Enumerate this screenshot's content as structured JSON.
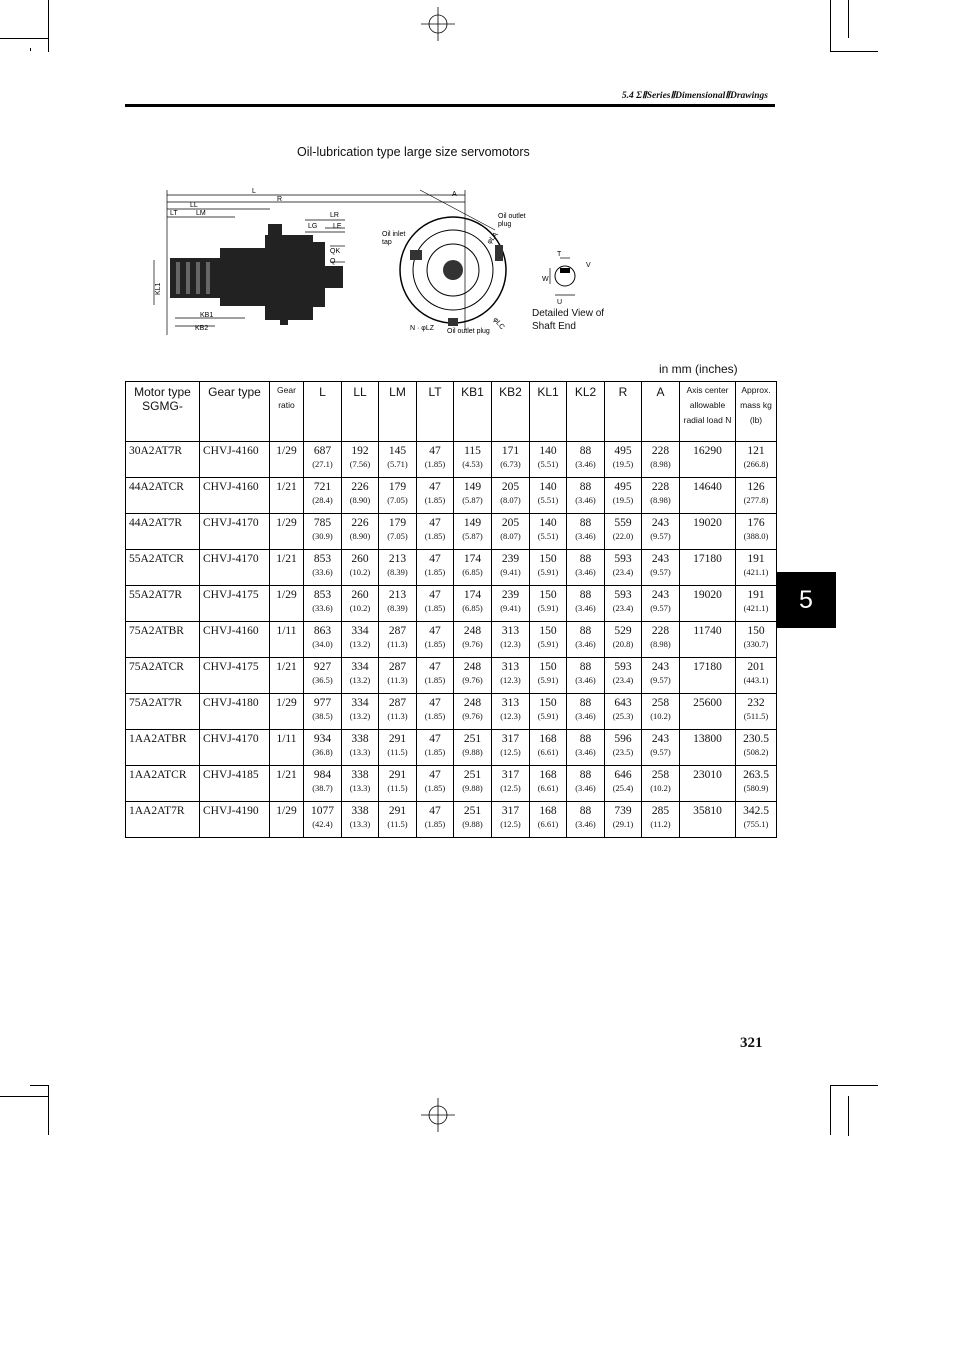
{
  "header": {
    "section": "5.4 ΣⅡSeriesⅡDimensionalⅡDrawings"
  },
  "title": "Oil-lubrication type large size servomotors",
  "drawing": {
    "dims": [
      "L",
      "LL",
      "LT",
      "LM",
      "R",
      "LR",
      "LG",
      "LE",
      "QK",
      "Q",
      "KL1",
      "KB1",
      "KB2",
      "A",
      "N · φLZ",
      "φLA",
      "φLC",
      "T",
      "V",
      "W",
      "U"
    ],
    "labels": {
      "oil_inlet": "Oil inlet tap",
      "oil_outlet_top": "Oil outlet plug",
      "oil_outlet_bottom": "Oil outlet plug",
      "shaft_view": "Detailed View of Shaft End"
    }
  },
  "units": "in mm (inches)",
  "table": {
    "headers": [
      "Motor type SGMG-",
      "Gear type",
      "Gear ratio",
      "L",
      "LL",
      "LM",
      "LT",
      "KB1",
      "KB2",
      "KL1",
      "KL2",
      "R",
      "A",
      "Axis center allowable radial load N",
      "Approx. mass kg (lb)"
    ],
    "rows": [
      {
        "motor": "30A2AT7R",
        "gear": "CHVJ-4160",
        "ratio": "1/29",
        "L": [
          "687",
          "(27.1)"
        ],
        "LL": [
          "192",
          "(7.56)"
        ],
        "LM": [
          "145",
          "(5.71)"
        ],
        "LT": [
          "47",
          "(1.85)"
        ],
        "KB1": [
          "115",
          "(4.53)"
        ],
        "KB2": [
          "171",
          "(6.73)"
        ],
        "KL1": [
          "140",
          "(5.51)"
        ],
        "KL2": [
          "88",
          "(3.46)"
        ],
        "R": [
          "495",
          "(19.5)"
        ],
        "A": [
          "228",
          "(8.98)"
        ],
        "load": "16290",
        "mass": [
          "121",
          "(266.8)"
        ]
      },
      {
        "motor": "44A2ATCR",
        "gear": "CHVJ-4160",
        "ratio": "1/21",
        "L": [
          "721",
          "(28.4)"
        ],
        "LL": [
          "226",
          "(8.90)"
        ],
        "LM": [
          "179",
          "(7.05)"
        ],
        "LT": [
          "47",
          "(1.85)"
        ],
        "KB1": [
          "149",
          "(5.87)"
        ],
        "KB2": [
          "205",
          "(8.07)"
        ],
        "KL1": [
          "140",
          "(5.51)"
        ],
        "KL2": [
          "88",
          "(3.46)"
        ],
        "R": [
          "495",
          "(19.5)"
        ],
        "A": [
          "228",
          "(8.98)"
        ],
        "load": "14640",
        "mass": [
          "126",
          "(277.8)"
        ]
      },
      {
        "motor": "44A2AT7R",
        "gear": "CHVJ-4170",
        "ratio": "1/29",
        "L": [
          "785",
          "(30.9)"
        ],
        "LL": [
          "226",
          "(8.90)"
        ],
        "LM": [
          "179",
          "(7.05)"
        ],
        "LT": [
          "47",
          "(1.85)"
        ],
        "KB1": [
          "149",
          "(5.87)"
        ],
        "KB2": [
          "205",
          "(8.07)"
        ],
        "KL1": [
          "140",
          "(5.51)"
        ],
        "KL2": [
          "88",
          "(3.46)"
        ],
        "R": [
          "559",
          "(22.0)"
        ],
        "A": [
          "243",
          "(9.57)"
        ],
        "load": "19020",
        "mass": [
          "176",
          "(388.0)"
        ]
      },
      {
        "motor": "55A2ATCR",
        "gear": "CHVJ-4170",
        "ratio": "1/21",
        "L": [
          "853",
          "(33.6)"
        ],
        "LL": [
          "260",
          "(10.2)"
        ],
        "LM": [
          "213",
          "(8.39)"
        ],
        "LT": [
          "47",
          "(1.85)"
        ],
        "KB1": [
          "174",
          "(6.85)"
        ],
        "KB2": [
          "239",
          "(9.41)"
        ],
        "KL1": [
          "150",
          "(5.91)"
        ],
        "KL2": [
          "88",
          "(3.46)"
        ],
        "R": [
          "593",
          "(23.4)"
        ],
        "A": [
          "243",
          "(9.57)"
        ],
        "load": "17180",
        "mass": [
          "191",
          "(421.1)"
        ]
      },
      {
        "motor": "55A2AT7R",
        "gear": "CHVJ-4175",
        "ratio": "1/29",
        "L": [
          "853",
          "(33.6)"
        ],
        "LL": [
          "260",
          "(10.2)"
        ],
        "LM": [
          "213",
          "(8.39)"
        ],
        "LT": [
          "47",
          "(1.85)"
        ],
        "KB1": [
          "174",
          "(6.85)"
        ],
        "KB2": [
          "239",
          "(9.41)"
        ],
        "KL1": [
          "150",
          "(5.91)"
        ],
        "KL2": [
          "88",
          "(3.46)"
        ],
        "R": [
          "593",
          "(23.4)"
        ],
        "A": [
          "243",
          "(9.57)"
        ],
        "load": "19020",
        "mass": [
          "191",
          "(421.1)"
        ]
      },
      {
        "motor": "75A2ATBR",
        "gear": "CHVJ-4160",
        "ratio": "1/11",
        "L": [
          "863",
          "(34.0)"
        ],
        "LL": [
          "334",
          "(13.2)"
        ],
        "LM": [
          "287",
          "(11.3)"
        ],
        "LT": [
          "47",
          "(1.85)"
        ],
        "KB1": [
          "248",
          "(9.76)"
        ],
        "KB2": [
          "313",
          "(12.3)"
        ],
        "KL1": [
          "150",
          "(5.91)"
        ],
        "KL2": [
          "88",
          "(3.46)"
        ],
        "R": [
          "529",
          "(20.8)"
        ],
        "A": [
          "228",
          "(8.98)"
        ],
        "load": "11740",
        "mass": [
          "150",
          "(330.7)"
        ]
      },
      {
        "motor": "75A2ATCR",
        "gear": "CHVJ-4175",
        "ratio": "1/21",
        "L": [
          "927",
          "(36.5)"
        ],
        "LL": [
          "334",
          "(13.2)"
        ],
        "LM": [
          "287",
          "(11.3)"
        ],
        "LT": [
          "47",
          "(1.85)"
        ],
        "KB1": [
          "248",
          "(9.76)"
        ],
        "KB2": [
          "313",
          "(12.3)"
        ],
        "KL1": [
          "150",
          "(5.91)"
        ],
        "KL2": [
          "88",
          "(3.46)"
        ],
        "R": [
          "593",
          "(23.4)"
        ],
        "A": [
          "243",
          "(9.57)"
        ],
        "load": "17180",
        "mass": [
          "201",
          "(443.1)"
        ]
      },
      {
        "motor": "75A2AT7R",
        "gear": "CHVJ-4180",
        "ratio": "1/29",
        "L": [
          "977",
          "(38.5)"
        ],
        "LL": [
          "334",
          "(13.2)"
        ],
        "LM": [
          "287",
          "(11.3)"
        ],
        "LT": [
          "47",
          "(1.85)"
        ],
        "KB1": [
          "248",
          "(9.76)"
        ],
        "KB2": [
          "313",
          "(12.3)"
        ],
        "KL1": [
          "150",
          "(5.91)"
        ],
        "KL2": [
          "88",
          "(3.46)"
        ],
        "R": [
          "643",
          "(25.3)"
        ],
        "A": [
          "258",
          "(10.2)"
        ],
        "load": "25600",
        "mass": [
          "232",
          "(511.5)"
        ]
      },
      {
        "motor": "1AA2ATBR",
        "gear": "CHVJ-4170",
        "ratio": "1/11",
        "L": [
          "934",
          "(36.8)"
        ],
        "LL": [
          "338",
          "(13.3)"
        ],
        "LM": [
          "291",
          "(11.5)"
        ],
        "LT": [
          "47",
          "(1.85)"
        ],
        "KB1": [
          "251",
          "(9.88)"
        ],
        "KB2": [
          "317",
          "(12.5)"
        ],
        "KL1": [
          "168",
          "(6.61)"
        ],
        "KL2": [
          "88",
          "(3.46)"
        ],
        "R": [
          "596",
          "(23.5)"
        ],
        "A": [
          "243",
          "(9.57)"
        ],
        "load": "13800",
        "mass": [
          "230.5",
          "(508.2)"
        ]
      },
      {
        "motor": "1AA2ATCR",
        "gear": "CHVJ-4185",
        "ratio": "1/21",
        "L": [
          "984",
          "(38.7)"
        ],
        "LL": [
          "338",
          "(13.3)"
        ],
        "LM": [
          "291",
          "(11.5)"
        ],
        "LT": [
          "47",
          "(1.85)"
        ],
        "KB1": [
          "251",
          "(9.88)"
        ],
        "KB2": [
          "317",
          "(12.5)"
        ],
        "KL1": [
          "168",
          "(6.61)"
        ],
        "KL2": [
          "88",
          "(3.46)"
        ],
        "R": [
          "646",
          "(25.4)"
        ],
        "A": [
          "258",
          "(10.2)"
        ],
        "load": "23010",
        "mass": [
          "263.5",
          "(580.9)"
        ]
      },
      {
        "motor": "1AA2AT7R",
        "gear": "CHVJ-4190",
        "ratio": "1/29",
        "L": [
          "1077",
          "(42.4)"
        ],
        "LL": [
          "338",
          "(13.3)"
        ],
        "LM": [
          "291",
          "(11.5)"
        ],
        "LT": [
          "47",
          "(1.85)"
        ],
        "KB1": [
          "251",
          "(9.88)"
        ],
        "KB2": [
          "317",
          "(12.5)"
        ],
        "KL1": [
          "168",
          "(6.61)"
        ],
        "KL2": [
          "88",
          "(3.46)"
        ],
        "R": [
          "739",
          "(29.1)"
        ],
        "A": [
          "285",
          "(11.2)"
        ],
        "load": "35810",
        "mass": [
          "342.5",
          "(755.1)"
        ]
      }
    ]
  },
  "chapter_tab": "5",
  "page_number": "321"
}
